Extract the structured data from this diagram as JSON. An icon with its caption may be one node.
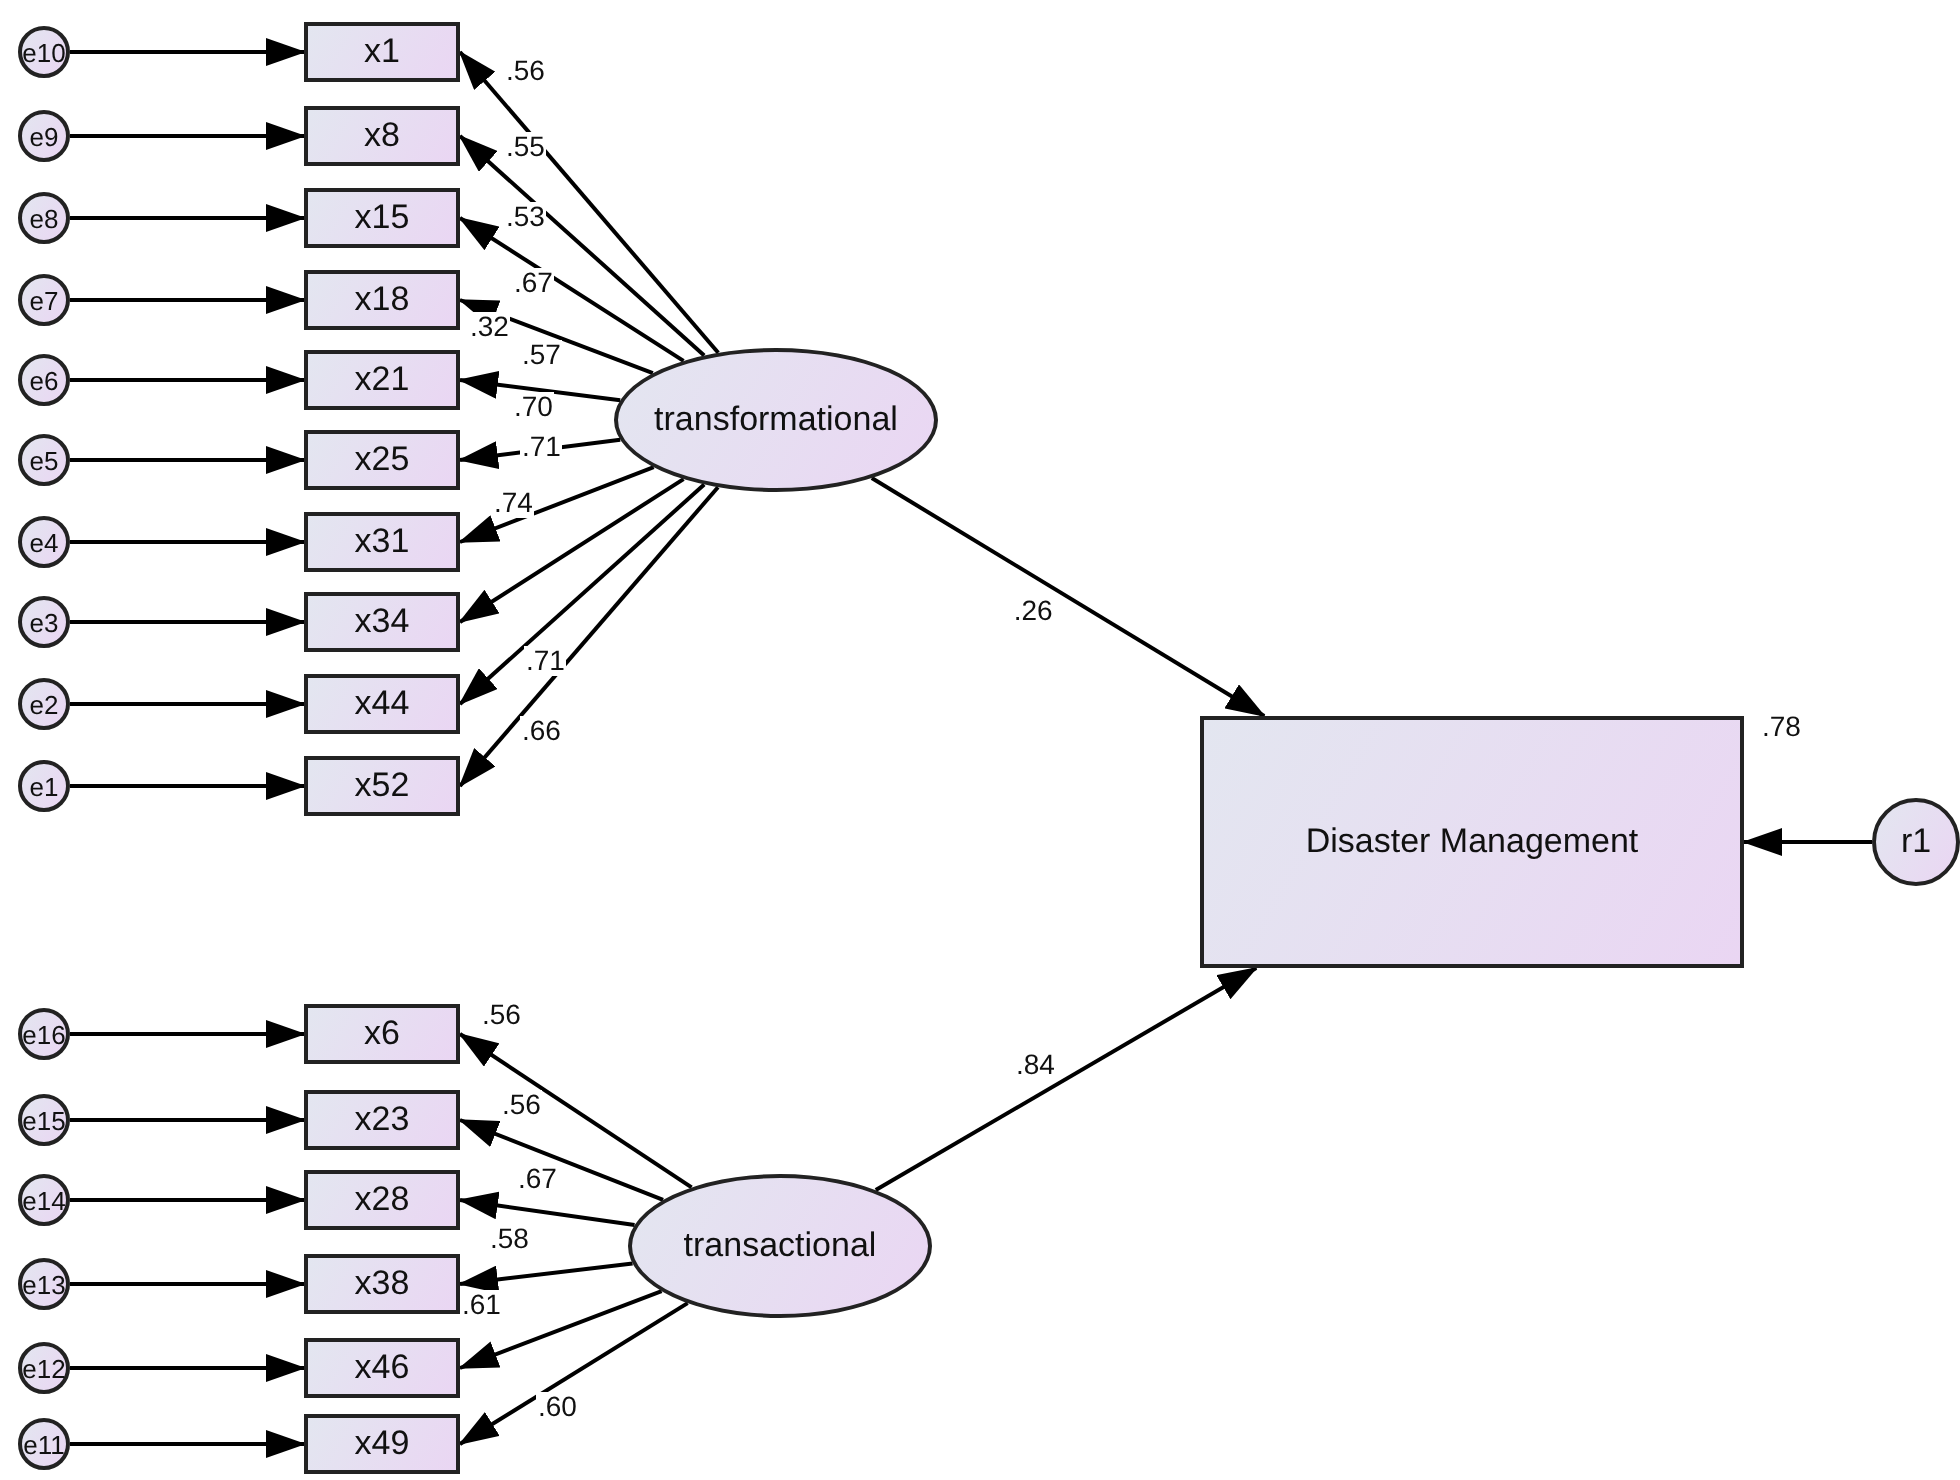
{
  "diagram": {
    "nodes": [
      {
        "text": [
          "e10"
        ]
      },
      {
        "text": [
          "e9"
        ]
      },
      {
        "text": [
          "e8"
        ]
      },
      {
        "text": [
          "e7"
        ]
      },
      {
        "text": [
          "e6"
        ]
      },
      {
        "text": [
          "e5"
        ]
      },
      {
        "text": [
          "e4"
        ]
      },
      {
        "text": [
          "e3"
        ]
      },
      {
        "text": [
          "e2"
        ]
      },
      {
        "text": [
          "e1"
        ]
      },
      {
        "text": [
          "x1"
        ]
      },
      {
        "text": [
          "x8"
        ]
      },
      {
        "text": [
          "x15"
        ]
      },
      {
        "text": [
          "x18"
        ]
      },
      {
        "text": [
          "x21"
        ]
      },
      {
        "text": [
          "x25"
        ]
      },
      {
        "text": [
          "x31"
        ]
      },
      {
        "text": [
          "x34"
        ]
      },
      {
        "text": [
          "x44"
        ]
      },
      {
        "text": [
          "x52"
        ]
      },
      {
        "text": [
          "transformational"
        ]
      },
      {
        "text": [
          "e16"
        ]
      },
      {
        "text": [
          "e15"
        ]
      },
      {
        "text": [
          "e14"
        ]
      },
      {
        "text": [
          "e13"
        ]
      },
      {
        "text": [
          "e12"
        ]
      },
      {
        "text": [
          "e11"
        ]
      },
      {
        "text": [
          "x6"
        ]
      },
      {
        "text": [
          "x23"
        ]
      },
      {
        "text": [
          "x28"
        ]
      },
      {
        "text": [
          "x38"
        ]
      },
      {
        "text": [
          "x46"
        ]
      },
      {
        "text": [
          "x49"
        ]
      },
      {
        "text": [
          "transactional"
        ]
      },
      {
        "text": [
          "Disaster Management"
        ],
        "beside": [
          ".78"
        ]
      },
      {
        "text": [
          "r1"
        ]
      }
    ],
    "edges": [
      {
        "from": 0,
        "to": 10,
        "arrow": "to"
      },
      {
        "from": 1,
        "to": 11,
        "arrow": "to"
      },
      {
        "from": 2,
        "to": 12,
        "arrow": "to"
      },
      {
        "from": 3,
        "to": 13,
        "arrow": "to"
      },
      {
        "from": 4,
        "to": 14,
        "arrow": "to"
      },
      {
        "from": 5,
        "to": 15,
        "arrow": "to"
      },
      {
        "from": 6,
        "to": 16,
        "arrow": "to"
      },
      {
        "from": 7,
        "to": 17,
        "arrow": "to"
      },
      {
        "from": 8,
        "to": 18,
        "arrow": "to"
      },
      {
        "from": 9,
        "to": 19,
        "arrow": "to"
      },
      {
        "from": 20,
        "to": 10,
        "arrow": "to"
      },
      {
        "from": 20,
        "to": 11,
        "arrow": "to"
      },
      {
        "from": 20,
        "to": 12,
        "arrow": "to"
      },
      {
        "from": 20,
        "to": 13,
        "arrow": "to"
      },
      {
        "from": 20,
        "to": 14,
        "arrow": "to"
      },
      {
        "from": 20,
        "to": 15,
        "arrow": "to"
      },
      {
        "from": 20,
        "to": 16,
        "arrow": "to"
      },
      {
        "from": 20,
        "to": 17,
        "arrow": "to"
      },
      {
        "from": 20,
        "to": 18,
        "arrow": "to"
      },
      {
        "from": 20,
        "to": 19,
        "arrow": "to"
      },
      {
        "from": 21,
        "to": 27,
        "arrow": "to"
      },
      {
        "from": 22,
        "to": 28,
        "arrow": "to"
      },
      {
        "from": 23,
        "to": 29,
        "arrow": "to"
      },
      {
        "from": 24,
        "to": 30,
        "arrow": "to"
      },
      {
        "from": 25,
        "to": 31,
        "arrow": "to"
      },
      {
        "from": 26,
        "to": 32,
        "arrow": "to"
      },
      {
        "from": 33,
        "to": 27,
        "arrow": "to"
      },
      {
        "from": 33,
        "to": 28,
        "arrow": "to"
      },
      {
        "from": 33,
        "to": 29,
        "arrow": "to"
      },
      {
        "from": 33,
        "to": 30,
        "arrow": "to"
      },
      {
        "from": 33,
        "to": 31,
        "arrow": "to"
      },
      {
        "from": 33,
        "to": 32,
        "arrow": "to"
      },
      {
        "from": 20,
        "to": 34,
        "arrow": "to",
        "label": ".26"
      },
      {
        "from": 33,
        "to": 34,
        "arrow": "to",
        "label": ".84"
      },
      {
        "from": 35,
        "to": 34,
        "arrow": "to"
      }
    ],
    "labels": [
      ".56",
      ".55",
      ".53",
      ".67",
      ".32",
      ".57",
      ".70",
      ".71",
      ".74",
      ".71",
      ".66",
      ".56",
      ".56",
      ".67",
      ".58",
      ".61",
      ".60"
    ]
  }
}
